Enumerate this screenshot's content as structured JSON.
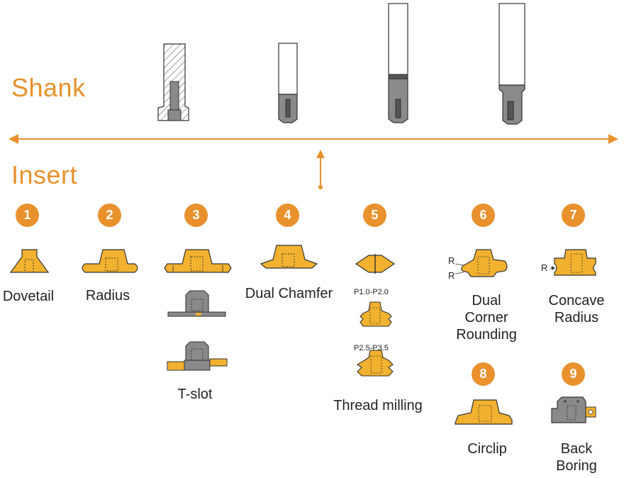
{
  "labels": {
    "shank": "Shank",
    "insert": "Insert"
  },
  "colors": {
    "accent": "#e8912d",
    "insert_fill": "#f2b12e",
    "tool_gray": "#8a8a8a"
  },
  "items": [
    {
      "number": "1",
      "caption": "Dovetail"
    },
    {
      "number": "2",
      "caption": "Radius"
    },
    {
      "number": "3",
      "caption": "T-slot"
    },
    {
      "number": "4",
      "caption": "Dual Chamfer"
    },
    {
      "number": "5",
      "caption": "Thread milling"
    },
    {
      "number": "6",
      "caption": "Dual Corner Rounding",
      "lines": [
        "Dual",
        "Corner",
        "Rounding"
      ]
    },
    {
      "number": "7",
      "caption": "Concave Radius",
      "lines": [
        "Concave",
        "Radius"
      ]
    },
    {
      "number": "8",
      "caption": "Circlip"
    },
    {
      "number": "9",
      "caption": "Back Boring",
      "lines": [
        "Back",
        "Boring"
      ]
    }
  ],
  "thread_ranges": [
    "P1.0-P2.0",
    "P2.5-P3.5"
  ],
  "radius_marker": "R"
}
